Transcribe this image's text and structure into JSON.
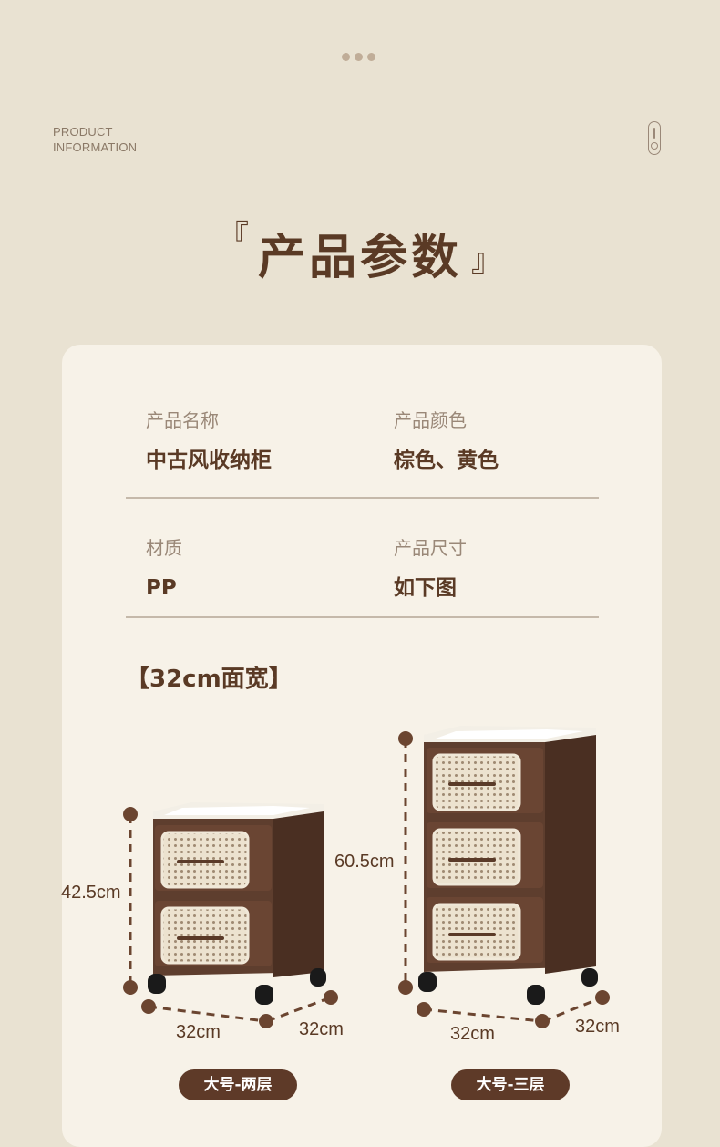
{
  "header": {
    "section_line1": "PRODUCT",
    "section_line2": "INFORMATION",
    "title": "产品参数",
    "bracket_left": "『",
    "bracket_right": "』"
  },
  "specs": [
    {
      "label": "产品名称",
      "value": "中古风收纳柜"
    },
    {
      "label": "产品颜色",
      "value": "棕色、黄色"
    },
    {
      "label": "材质",
      "value": "PP"
    },
    {
      "label": "产品尺寸",
      "value": "如下图"
    }
  ],
  "width_label": "【32cm面宽】",
  "products": [
    {
      "name": "大号-两层",
      "height": "42.5cm",
      "width": "32cm",
      "depth": "32cm"
    },
    {
      "name": "大号-三层",
      "height": "60.5cm",
      "width": "32cm",
      "depth": "32cm"
    }
  ],
  "colors": {
    "background": "#e9e2d2",
    "card": "#f7f2e8",
    "primary_brown": "#5a3a25",
    "cabinet_brown": "#5e3e2e",
    "rattan": "#e8dcc6"
  }
}
